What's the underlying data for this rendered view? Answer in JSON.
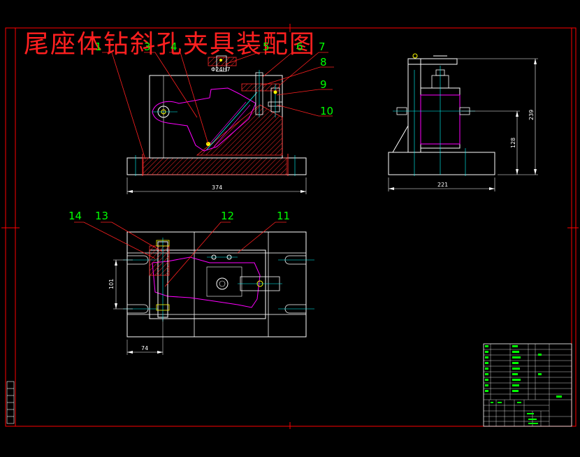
{
  "title": "尾座体钻斜孔夹具装配图",
  "balloons": [
    "1",
    "3",
    "4",
    "5",
    "6",
    "7",
    "8",
    "9",
    "10",
    "11",
    "12",
    "13",
    "14"
  ],
  "dimensions": {
    "front_width": "374",
    "front_hole": "Φ24H7",
    "side_width": "221",
    "side_height_1": "128",
    "side_height_2": "239",
    "plan_height": "101",
    "plan_width": "74"
  },
  "colors": {
    "background": "#000000",
    "border": "#ff0000",
    "outline": "#ffffff",
    "part": "#ff00ff",
    "hatch": "#ff2a2a",
    "centerline": "#00ffff",
    "leader": "#ff2020",
    "balloon_text": "#00ff00",
    "fastener": "#ffff00"
  }
}
